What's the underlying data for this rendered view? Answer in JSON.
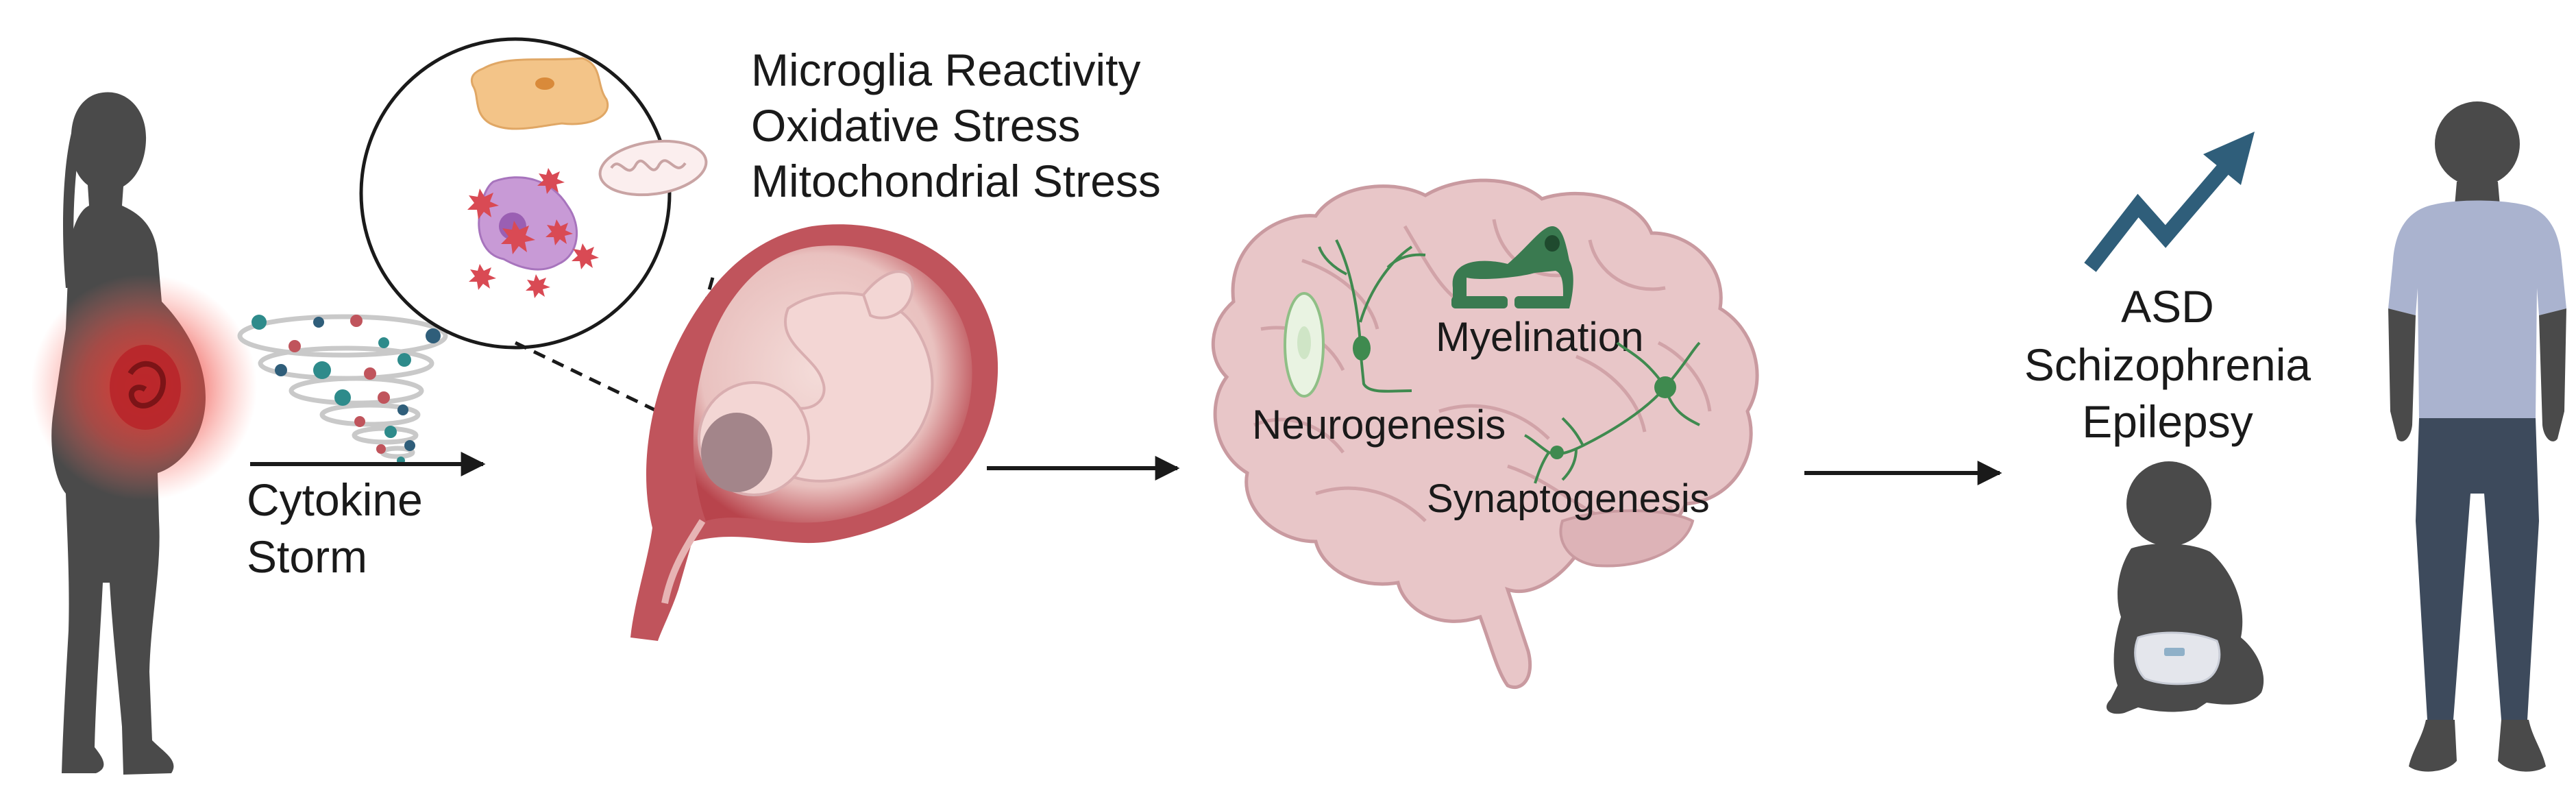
{
  "stages": {
    "mother": {
      "label_line1": "Cytokine",
      "label_line2": "Storm"
    },
    "inflammation": {
      "labels": [
        "Microglia Reactivity",
        "Oxidative Stress",
        "Mitochondrial Stress"
      ]
    },
    "brain": {
      "labels": {
        "myelination": "Myelination",
        "neurogenesis": "Neurogenesis",
        "synaptogenesis": "Synaptogenesis"
      }
    },
    "outcomes": {
      "labels": [
        "ASD",
        "Schizophrenia",
        "Epilepsy"
      ]
    }
  },
  "colors": {
    "silhouette": "#4a4a4a",
    "womb_glow": "#e8342e",
    "brain": "#e8c6c8",
    "brain_outline": "#c99aa0",
    "neuron": "#3f8a4f",
    "myelin": "#3a7a50",
    "trend_arrow": "#2f5e7a",
    "shirt": "#aab3cf",
    "jeans": "#3d4a5c",
    "uterus": "#c0545c",
    "fetus": "#f3d6d4",
    "microglia_resting": "#f3c488",
    "microglia_reactive": "#c89ad6",
    "ros": "#d94a54"
  }
}
